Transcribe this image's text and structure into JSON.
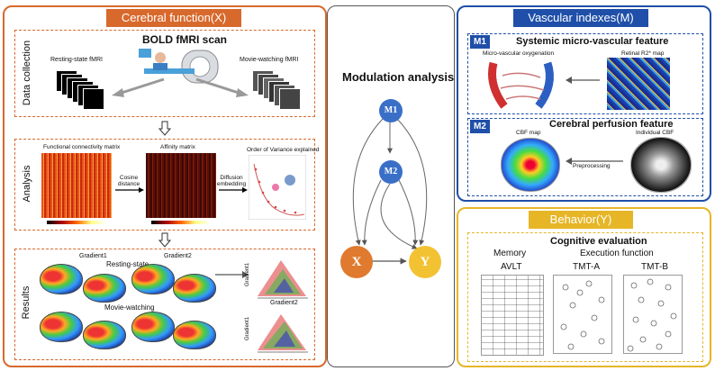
{
  "colors": {
    "cerebral": "#d8692c",
    "vascular": "#1f4fa8",
    "behavior": "#e6b627",
    "x_node": "#e07a2e",
    "m_node": "#3a6fc8",
    "y_node": "#f2c232"
  },
  "cerebral": {
    "header": "Cerebral function(X)",
    "data_collection": {
      "label": "Data collection",
      "title": "BOLD fMRI scan",
      "resting": "Resting-state fMRI",
      "movie": "Movie-watching fMRI"
    },
    "analysis": {
      "label": "Analysis",
      "fc_matrix": "Functional connectivity matrix",
      "affinity": "Affinity matrix",
      "variance": "Order of Variance explained",
      "cosine": "Cosine\ndistance",
      "diffusion": "Diffusion\nembedding"
    },
    "results": {
      "label": "Results",
      "gradient1": "Gradient1",
      "resting_state": "Resting-state",
      "gradient2": "Gradient2",
      "movie_watching": "Movie-watching",
      "axis_g1_a": "Gradient1",
      "axis_g2": "Gradient2",
      "axis_g1_b": "Gradient1"
    }
  },
  "modulation": {
    "title": "Modulation analysis",
    "m1": "M1",
    "m2": "M2",
    "x": "X",
    "y": "Y"
  },
  "vascular": {
    "header": "Vascular indexes(M)",
    "m1": {
      "badge": "M1",
      "title": "Systemic micro-vascular feature",
      "oxygenation": "Micro-vascular oxygenation",
      "r2": "Retinal R2* map"
    },
    "m2": {
      "badge": "M2",
      "title": "Cerebral perfusion feature",
      "cbf_map": "CBF map",
      "individual": "Individual CBF",
      "preprocessing": "Preprocessing"
    }
  },
  "behavior": {
    "header": "Behavior(Y)",
    "title": "Cognitive evaluation",
    "memory": "Memory",
    "execution": "Execution function",
    "avlt": "AVLT",
    "tmta": "TMT-A",
    "tmtb": "TMT-B"
  }
}
